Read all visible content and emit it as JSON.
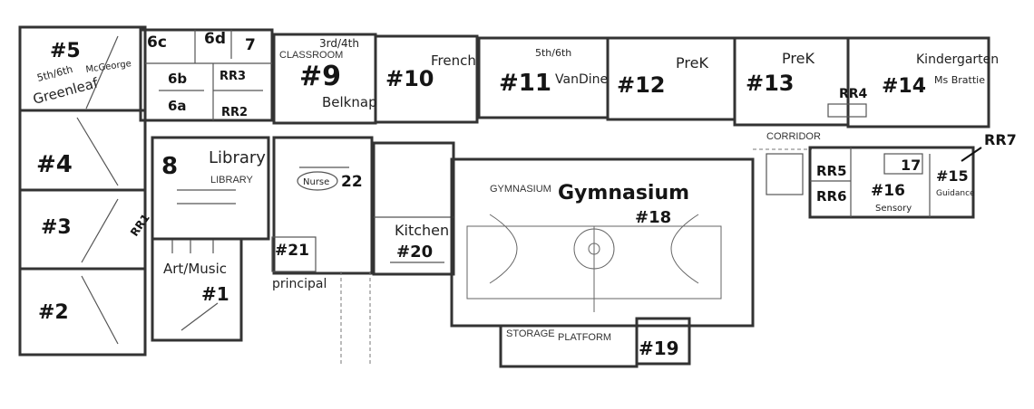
{
  "plan": {
    "rooms": {
      "r5": "#5",
      "r5_grade": "5th/6th",
      "r5_teacher": "Greenleaf",
      "r5_mcgeorge": "McGeorge",
      "r4": "#4",
      "r3": "#3",
      "r2": "#2",
      "r6c": "6c",
      "r6d": "6d",
      "r7": "7",
      "r6b": "6b",
      "r6a": "6a",
      "rr3": "RR3",
      "rr2": "RR2",
      "rr1": "RR1",
      "r9": "#9",
      "r9_grade": "3rd/4th",
      "r9_teacher": "Belknap",
      "r10": "#10",
      "r10_name": "French",
      "r11": "#11",
      "r11_grade": "5th/6th",
      "r11_teacher": "VanDine",
      "r12": "#12",
      "r12_name": "PreK",
      "r13": "#13",
      "r13_name": "PreK",
      "r14": "#14",
      "r14_name": "Kindergarten",
      "r14_teacher": "Ms Brattie",
      "rr4": "RR4",
      "r8": "8",
      "r8_name": "Library",
      "r1": "#1",
      "r1_name": "Art/Music",
      "r22": "22",
      "r22_name": "Nurse",
      "r21": "#21",
      "r21_name": "principal",
      "r20": "#20",
      "r20_name": "Kitchen",
      "r18": "#18",
      "r18_name": "Gymnasium",
      "r19": "#19",
      "rr5": "RR5",
      "rr6": "RR6",
      "r16": "#16",
      "r16_name": "Sensory",
      "r17": "17",
      "r15": "#15",
      "r15_name": "Guidance",
      "rr7": "RR7"
    },
    "printed": {
      "library": "LIBRARY",
      "gymnasium": "GYMNASIUM",
      "platform": "PLATFORM",
      "storage": "STORAGE",
      "corridor": "CORRIDOR",
      "classroom": "CLASSROOM"
    }
  }
}
